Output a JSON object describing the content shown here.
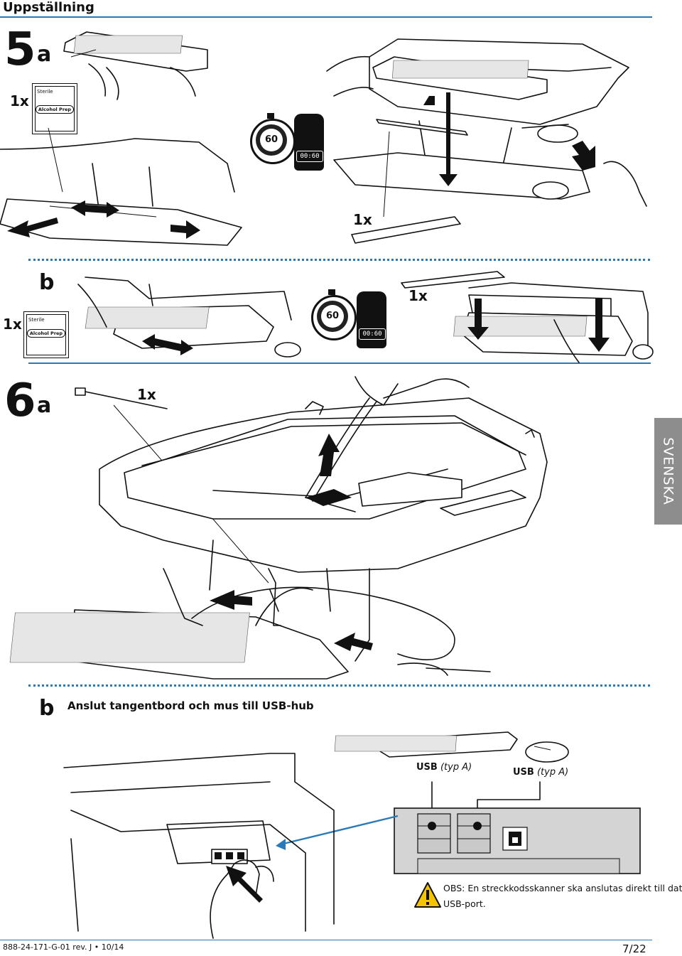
{
  "header": {
    "title": "Uppställning"
  },
  "steps": {
    "s5": {
      "number": "5",
      "a": "a",
      "b": "b"
    },
    "s6": {
      "number": "6",
      "a": "a",
      "b": "b"
    }
  },
  "quantities": {
    "alcohol_prep_5a": "1x",
    "strip_5a": "1x",
    "alcohol_prep_5b": "1x",
    "strip_5b": "1x",
    "cable_tie_6a": "1x"
  },
  "alcohol_pad": {
    "top_label": "Sterile",
    "label": "Alcohol Prep"
  },
  "timer": {
    "seconds": "60",
    "display": "00:60"
  },
  "side_tab": {
    "language": "SVENSKA"
  },
  "step6b": {
    "heading": "Anslut tangentbord och mus till USB-hub",
    "usb_left": {
      "bold": "USB",
      "type": "(typ A)"
    },
    "usb_right": {
      "bold": "USB",
      "type": "(typ A)"
    }
  },
  "note": {
    "line1": "OBS:  En streckkodsskanner ska anslutas direkt till datorns",
    "line2": "USB-port."
  },
  "footer": {
    "doc_id": "888-24-171-G-01 rev. J • 10/14",
    "page": "7/22"
  },
  "colors": {
    "accent": "#2a7ab8",
    "tab": "#8d8d8d",
    "warning": "#f5c400"
  }
}
